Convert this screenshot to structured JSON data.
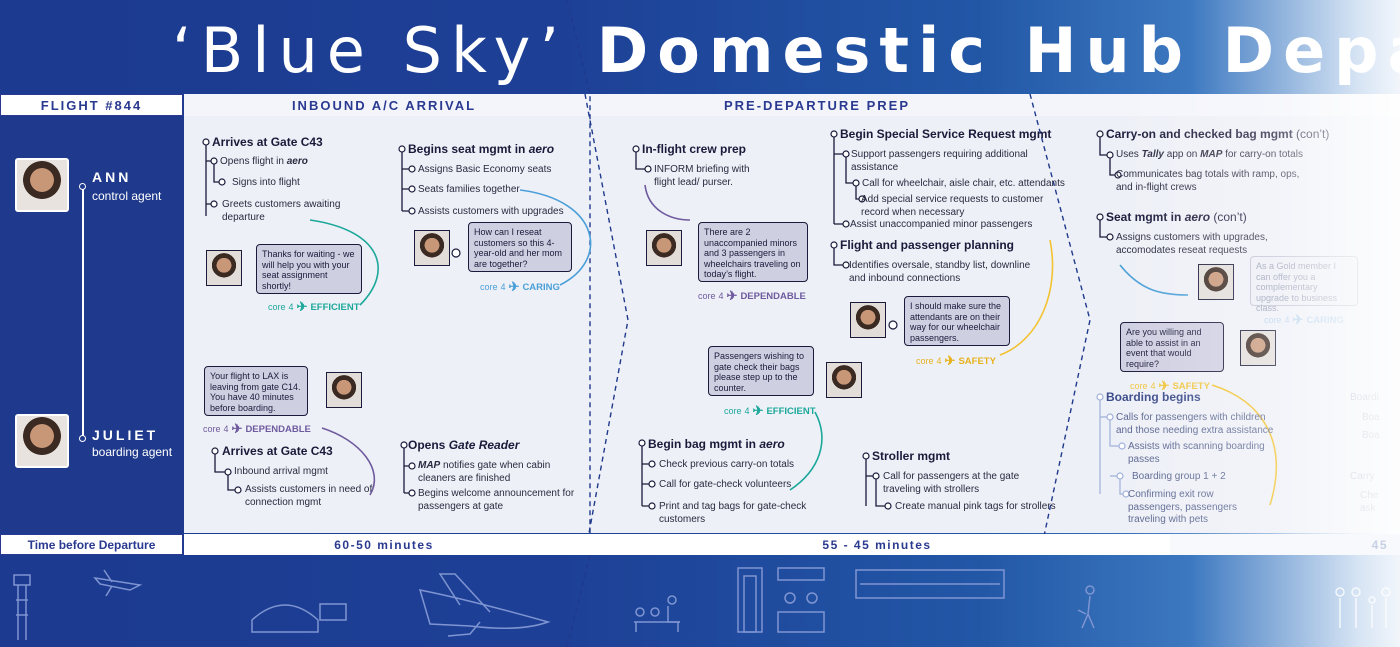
{
  "title": {
    "line": "‘Blue Sky’ ",
    "bold1": "Domestic",
    "bold2": " Hub Depa"
  },
  "header": {
    "flight": "FLIGHT #844",
    "phase1": "INBOUND A/C ARRIVAL",
    "phase2": "PRE-DEPARTURE PREP"
  },
  "footer": {
    "label": "Time before Departure",
    "t1": "60-50 minutes",
    "t2": "55 - 45 minutes",
    "t3": "45"
  },
  "personas": [
    {
      "name": "ANN",
      "role": "control agent"
    },
    {
      "name": "JULIET",
      "role": "boarding agent"
    }
  ],
  "ann": {
    "a1": {
      "title": "Arrives at Gate C43",
      "i1": "Opens flight in ",
      "i1b": "aero",
      "i2": "Signs into flight",
      "i3": "Greets customers awaiting departure"
    },
    "a2": {
      "title": "Begins seat mgmt in ",
      "titleb": "aero",
      "i1": "Assigns Basic Economy seats",
      "i2": "Seats families together",
      "i3": "Assists customers with upgrades"
    },
    "a3": {
      "title": "In-flight crew prep",
      "i1": "INFORM briefing with flight lead/ purser."
    },
    "a4": {
      "title": "Begin Special Service Request mgmt",
      "i1": "Support passengers requiring additional assistance",
      "i2": "Call for wheelchair, aisle chair, etc. attendants",
      "i3": "Add special service requests to customer record when necessary",
      "i4": "Assist unaccompanied minor passengers"
    },
    "a5": {
      "title": "Flight and passenger planning",
      "i1": "Identifies oversale, standby list, downline and inbound connections"
    },
    "a6": {
      "title": "Carry-on and checked bag mgmt ",
      "titles": "(con’t)",
      "i1a": "Uses ",
      "i1b": "Tally",
      "i1c": " app on ",
      "i1d": "MAP",
      "i1e": " for carry-on totals",
      "i2": "Communicates bag totals with ramp, ops, and in-flight crews"
    },
    "a7": {
      "title": "Seat mgmt in ",
      "titleb": "aero",
      "titles": " (con’t)",
      "i1": "Assigns customers with upgrades, accomodates reseat requests"
    }
  },
  "juliet": {
    "j1": {
      "title": "Arrives at Gate C43",
      "i1": "Inbound arrival mgmt",
      "i2": "Assists customers in need of connection mgmt"
    },
    "j2": {
      "title": "Opens ",
      "titleb": "Gate Reader",
      "i1a": "MAP",
      "i1b": " notifies gate when cabin cleaners are finished",
      "i2": "Begins welcome announcement for passengers at gate"
    },
    "j3": {
      "title": "Begin bag mgmt in ",
      "titleb": "aero",
      "i1": "Check previous carry-on totals",
      "i2": "Call for gate-check volunteers",
      "i3": "Print and tag bags for gate-check customers"
    },
    "j4": {
      "title": "Stroller mgmt",
      "i1": "Call for passengers at the gate traveling with strollers",
      "i2": "Create manual pink tags for strollers"
    },
    "j5": {
      "title": "Boarding begins",
      "i1": "Calls for passengers with children and those needing extra assistance",
      "i2": "Assists with scanning boarding passes",
      "i3": "Boarding group 1 + 2",
      "i4": "Confirming exit row passengers, passengers traveling with pets"
    },
    "ghost": {
      "g1": "Boardi",
      "g2": "Boa",
      "g3": "Boa",
      "g4": "Carry",
      "g5": "Che",
      "g6": "ask"
    }
  },
  "bubbles": {
    "b1": "Thanks for waiting - we will help you with your seat assignment shortly!",
    "b2": "How can I reseat customers so this 4-year-old and her mom are together?",
    "b3": "There are 2 unaccompanied minors and 3 passengers in wheelchairs traveling on today’s flight.",
    "b4": "I should make sure the attendants are on their way for our wheelchair passengers.",
    "b5": "As a Gold member I can offer you a complementary upgrade to business class.",
    "b6": "Your flight to LAX is leaving from gate C14. You have 40 minutes before boarding.",
    "b7": "Passengers wishing to gate check their bags please step up to the counter.",
    "b8": "Are you willing and able to assist in an event that would require?"
  },
  "core": {
    "prefix": "core",
    "sup": "4",
    "efficient": "EFFICIENT",
    "caring": "CARING",
    "dependable": "DEPENDABLE",
    "safety": "SAFETY"
  },
  "colors": {
    "efficient": "#1ba89a",
    "caring": "#4a9fd8",
    "dependable": "#6e5a9e",
    "safety": "#f2c230",
    "navy": "#1f3a8c"
  }
}
